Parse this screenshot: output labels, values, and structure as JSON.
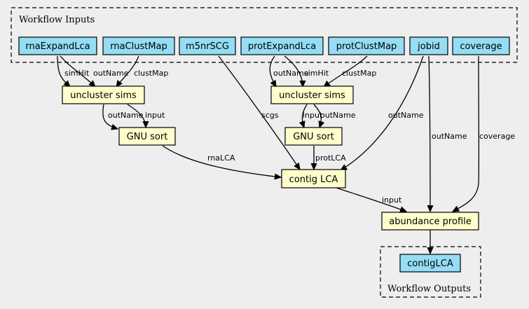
{
  "colors": {
    "background": "#eeeeee",
    "io_fill": "#94ddf4",
    "step_fill": "#ffffcc",
    "stroke": "#000000"
  },
  "clusters": {
    "inputs": {
      "label": "Workflow Inputs"
    },
    "outputs": {
      "label": "Workflow Outputs"
    }
  },
  "nodes": {
    "rnaExpandLca": {
      "label": "rnaExpandLca",
      "kind": "input"
    },
    "rnaClustMap": {
      "label": "rnaClustMap",
      "kind": "input"
    },
    "m5nrSCG": {
      "label": "m5nrSCG",
      "kind": "input"
    },
    "protExpandLca": {
      "label": "protExpandLca",
      "kind": "input"
    },
    "protClustMap": {
      "label": "protClustMap",
      "kind": "input"
    },
    "jobid": {
      "label": "jobid",
      "kind": "input"
    },
    "coverage": {
      "label": "coverage",
      "kind": "input"
    },
    "uncluster1": {
      "label": "uncluster sims",
      "kind": "step"
    },
    "uncluster2": {
      "label": "uncluster sims",
      "kind": "step"
    },
    "sort1": {
      "label": "GNU sort",
      "kind": "step"
    },
    "sort2": {
      "label": "GNU sort",
      "kind": "step"
    },
    "contigLCA_step": {
      "label": "contig LCA",
      "kind": "step"
    },
    "abundance": {
      "label": "abundance profile",
      "kind": "step"
    },
    "contigLCA_out": {
      "label": "contigLCA",
      "kind": "output"
    }
  },
  "edges": {
    "e1": "simHit",
    "e2": "outName",
    "e3": "clustMap",
    "e4": "outName",
    "e5": "simHit",
    "e6": "clustMap",
    "e7": "outName",
    "e8": "input",
    "e9": "input",
    "e10": "outName",
    "e11": "rnaLCA",
    "e12": "protLCA",
    "e13": "scgs",
    "e14": "outName",
    "e15": "outName",
    "e16": "coverage",
    "e17": "input",
    "e18": ""
  }
}
